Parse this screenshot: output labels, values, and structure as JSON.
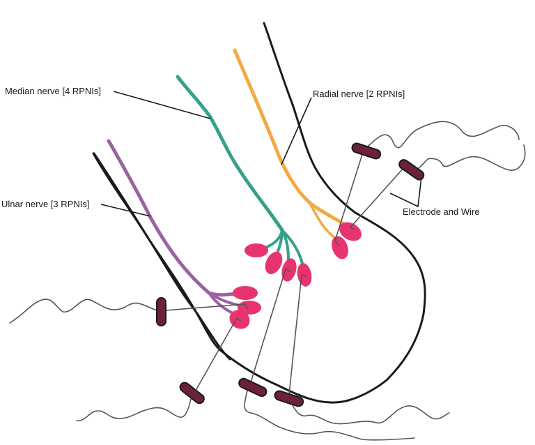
{
  "labels": {
    "median": "Median nerve [4 RPNIs]",
    "radial": "Radial nerve [2 RPNIs]",
    "ulnar": "Ulnar nerve [3 RPNIs]",
    "electrode": "Electrode and Wire"
  },
  "nerves": [
    {
      "name": "median",
      "rpni_count": 4,
      "color": "#35a08a"
    },
    {
      "name": "radial",
      "rpni_count": 2,
      "color": "#f4a942"
    },
    {
      "name": "ulnar",
      "rpni_count": 3,
      "color": "#9b62a0"
    }
  ],
  "colors": {
    "rpni": "#e8336f",
    "electrode": "#6b2238",
    "outline": "#1a1a1a",
    "wire": "#555555"
  },
  "electrode_count": 6
}
